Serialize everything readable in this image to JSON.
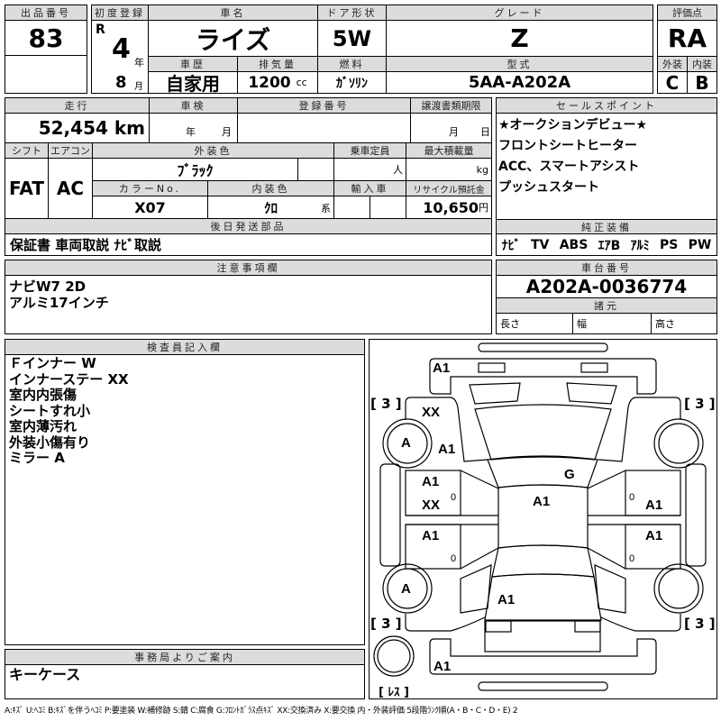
{
  "top": {
    "lot_label": "出品番号",
    "lot_number": "83",
    "first_reg_label": "初度登録",
    "era": "R",
    "year": "4",
    "year_unit": "年",
    "month": "8",
    "month_unit": "月",
    "car_name_label": "車名",
    "car_name": "ライズ",
    "door_label": "ドア形状",
    "door": "5W",
    "grade_label": "グレード",
    "grade": "Z",
    "history_label": "車歴",
    "history": "自家用",
    "displacement_label": "排気量",
    "displacement": "1200",
    "displacement_unit": "cc",
    "fuel_label": "燃料",
    "fuel": "ｶﾞｿﾘﾝ",
    "model_label": "型式",
    "model": "5AA-A202A",
    "score_label": "評価点",
    "score": "RA",
    "exterior_label": "外装",
    "exterior": "C",
    "interior_label": "内装",
    "interior": "B"
  },
  "details": {
    "mileage_label": "走行",
    "mileage": "52,454 km",
    "inspection_label": "車検",
    "inspection_year_unit": "年",
    "inspection_month_unit": "月",
    "reg_number_label": "登録番号",
    "transfer_label": "譲渡書類期限",
    "transfer_month_unit": "月",
    "transfer_day_unit": "日",
    "shift_label": "シフト",
    "shift": "FAT",
    "ac_label": "エアコン",
    "ac": "AC",
    "color_label": "外装色",
    "color": "ﾌﾞﾗｯｸ",
    "capacity_label": "乗車定員",
    "capacity_unit": "人",
    "load_label": "最大積載量",
    "load_unit": "kg",
    "color_no_label": "カラーNo.",
    "color_no": "X07",
    "interior_color_label": "内装色",
    "interior_color": "ｸﾛ",
    "interior_color_unit": "系",
    "import_label": "輸入車",
    "recycle_label": "リサイクル預託金",
    "recycle": "10,650",
    "recycle_unit": "円",
    "later_parts_label": "後日発送部品",
    "later_parts": "保証書 車両取説 ﾅﾋﾞ取説"
  },
  "sales_points": {
    "label": "セールスポイント",
    "items": [
      "★オークションデビュー★",
      "フロントシートヒーター",
      "ACC、スマートアシスト",
      "プッシュスタート"
    ]
  },
  "equipment": {
    "label": "純正装備",
    "items": [
      "ﾅﾋﾞ",
      "TV",
      "ABS",
      "ｴｱB",
      "ｱﾙﾐ",
      "PS",
      "PW"
    ]
  },
  "notes": {
    "label": "注意事項欄",
    "lines": [
      "ナビW7 2D",
      "アルミ17インチ"
    ]
  },
  "chassis": {
    "label": "車台番号",
    "number": "A202A-0036774",
    "specs_label": "諸元",
    "length_label": "長さ",
    "width_label": "幅",
    "height_label": "高さ"
  },
  "inspector": {
    "label": "検査員記入欄",
    "lines": [
      "Ｆインナー W",
      "インナーステー XX",
      "室内内張傷",
      "シートすれ小",
      "室内薄汚れ",
      "外装小傷有り",
      "ミラー A"
    ]
  },
  "office": {
    "label": "事務局よりご案内",
    "text": "キーケース"
  },
  "diagram": {
    "marks": {
      "front_bumper": "A1",
      "front_left_fender": "XX",
      "front_left_wheel": "A",
      "front_left_pillar": "A1",
      "windshield": "G",
      "front_left_door_1": "A1",
      "front_left_door_2": "XX",
      "roof": "A1",
      "rear_left_door": "A1",
      "front_right_door": "A1",
      "rear_right_door": "A1",
      "rear_left_wheel": "A",
      "tailgate": "A1",
      "rear_bumper": "A1",
      "fl_0": "0",
      "rl_0": "0",
      "fr_0": "0",
      "rr_0": "0"
    },
    "tread": {
      "fl": "[ 3 ]",
      "fr": "[ 3 ]",
      "rl": "[ 3 ]",
      "rr": "[ 3 ]"
    },
    "spare": "[ ﾚｽ ]"
  },
  "legend": "A:ｷｽﾞ U:ﾍｺﾐ B:ｷｽﾞを伴うﾍｺﾐ P:要塗装 W:補修跡 S:錆 C:腐食 G:ﾌﾛﾝﾄｶﾞﾗｽ点ｷｽﾞ XX:交換済み X:要交換 内・外装評価 5段階ﾗﾝｸ順(A・B・C・D・E) 2"
}
